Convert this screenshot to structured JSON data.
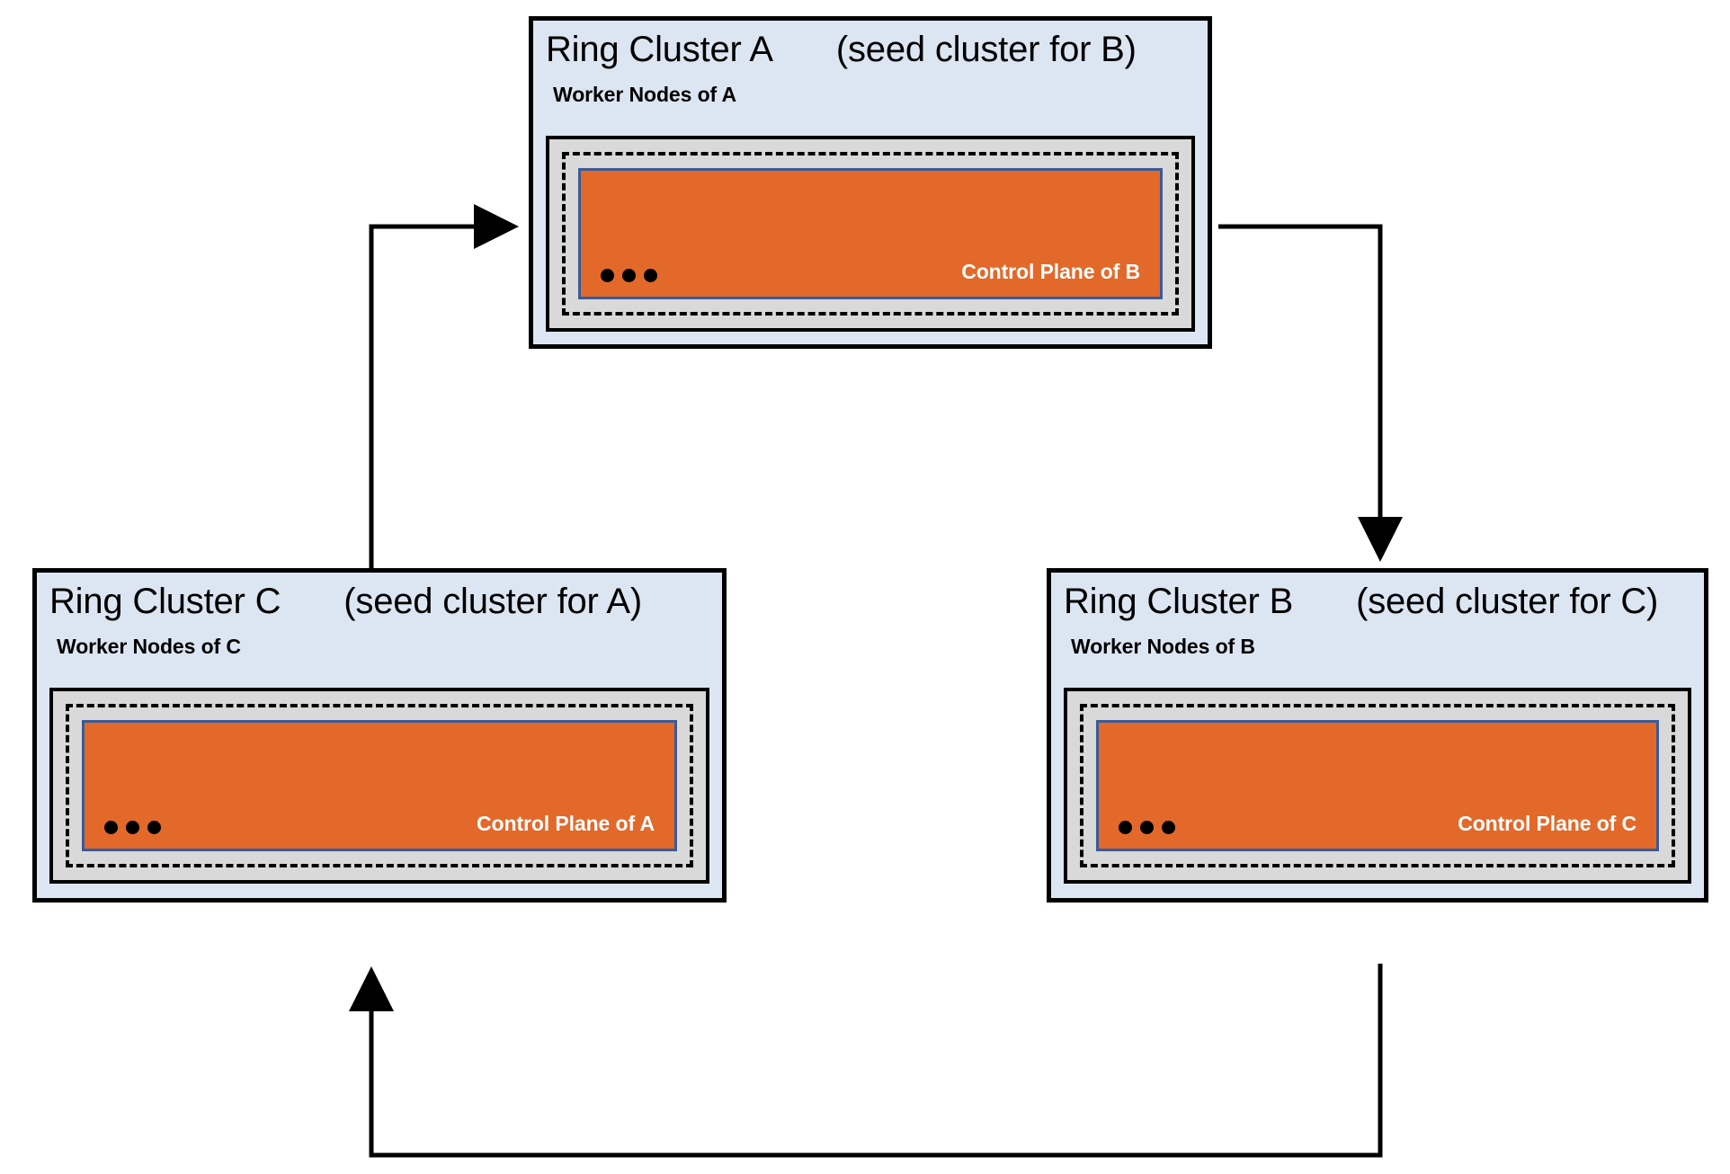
{
  "diagram": {
    "title": "Ring of Kubernetes clusters, each hosting the control plane of the next",
    "colors": {
      "cluster_background": "#dce6f2",
      "cluster_border": "#000000",
      "worker_frame_background": "#d9d9d9",
      "worker_frame_border": "#000000",
      "dashed_border": "#000000",
      "control_plane_background": "#e2692a",
      "control_plane_border": "#3a5b96",
      "control_plane_text": "#ffffff",
      "arrow": "#000000",
      "page_background": "#ffffff"
    }
  },
  "clusters": [
    {
      "id": "A",
      "title": "Ring Cluster A",
      "seed_note": "(seed cluster for B)",
      "worker_label": "Worker Nodes of A",
      "control_plane_label": "Control Plane of B",
      "ellipsis_dots": 3
    },
    {
      "id": "C",
      "title": "Ring Cluster C",
      "seed_note": "(seed cluster for A)",
      "worker_label": "Worker Nodes of C",
      "control_plane_label": "Control Plane of A",
      "ellipsis_dots": 3
    },
    {
      "id": "B",
      "title": "Ring Cluster B",
      "seed_note": "(seed cluster for C)",
      "worker_label": "Worker Nodes of B",
      "control_plane_label": "Control Plane of C",
      "ellipsis_dots": 3
    }
  ],
  "connections": [
    {
      "id": "a-to-b",
      "from": "A",
      "to": "B",
      "direction": "right-then-down"
    },
    {
      "id": "b-to-c",
      "from": "B",
      "to": "C",
      "direction": "down-then-left-then-up"
    },
    {
      "id": "c-to-a",
      "from": "C",
      "to": "A",
      "direction": "up-then-right"
    }
  ]
}
